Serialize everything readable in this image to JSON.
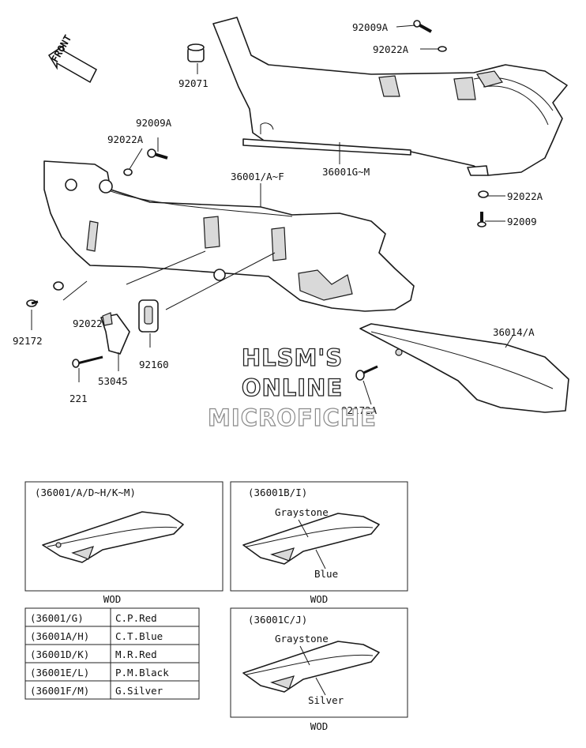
{
  "callouts": {
    "front": "FRONT",
    "p92009A_top": "92009A",
    "p92022A_top": "92022A",
    "p92071": "92071",
    "p92009A_left": "92009A",
    "p92022A_left": "92022A",
    "p36001AF": "36001/A~F",
    "p36001GM": "36001G~M",
    "p92022A_right": "92022A",
    "p92009_right": "92009",
    "p92022": "92022",
    "p92172": "92172",
    "p92160": "92160",
    "p53045": "53045",
    "p221": "221",
    "p36014A": "36014/A",
    "p92172A": "92172A"
  },
  "watermark": {
    "line1": "HLSM'S",
    "line2": "ONLINE",
    "line3": "MICROFICHE"
  },
  "insets": {
    "inset1": {
      "title": "(36001/A/D~H/K~M)",
      "caption": "WOD"
    },
    "inset2": {
      "title": "(36001B/I)",
      "top_label": "Graystone",
      "bottom_label": "Blue",
      "caption": "WOD"
    },
    "inset3": {
      "title": "(36001C/J)",
      "top_label": "Graystone",
      "bottom_label": "Silver",
      "caption": "WOD"
    }
  },
  "color_table": [
    {
      "code": "(36001/G)",
      "color": "C.P.Red"
    },
    {
      "code": "(36001A/H)",
      "color": "C.T.Blue"
    },
    {
      "code": "(36001D/K)",
      "color": "M.R.Red"
    },
    {
      "code": "(36001E/L)",
      "color": "P.M.Black"
    },
    {
      "code": "(36001F/M)",
      "color": "G.Silver"
    }
  ]
}
